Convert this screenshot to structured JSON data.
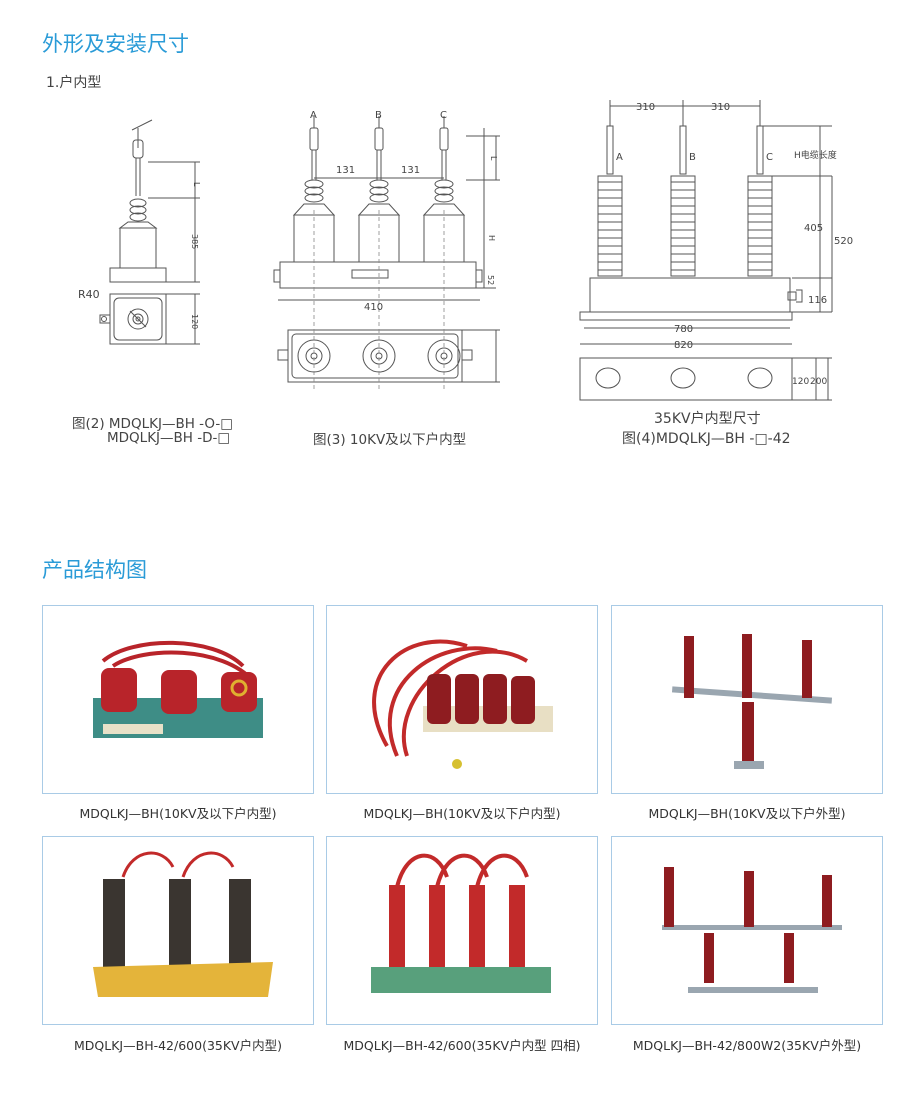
{
  "section1": {
    "title": "外形及安装尺寸",
    "subtitle": "1.户内型"
  },
  "fig2": {
    "cap1": "图(2) MDQLKJ—BH -O-□",
    "cap2": "MDQLKJ—BH -D-□",
    "labels": {
      "r": "R40",
      "l": "L",
      "h": "385",
      "w": "120"
    }
  },
  "fig3": {
    "cap": "图(3) 10KV及以下户内型",
    "labels": {
      "a": "A",
      "b": "B",
      "c": "C",
      "d1": "131",
      "d2": "131",
      "w": "410",
      "l": "L",
      "h": "H",
      "v": "52"
    }
  },
  "fig4": {
    "cap1": "35KV户内型尺寸",
    "cap2": "图(4)MDQLKJ—BH -□-42",
    "labels": {
      "d1": "310",
      "d2": "310",
      "a": "A",
      "b": "B",
      "c": "C",
      "hcable": "H电缆长度",
      "h405": "405",
      "h520": "520",
      "h116": "116",
      "w780": "780",
      "w820": "820",
      "h120": "120",
      "h200": "200"
    }
  },
  "section2": {
    "title": "产品结构图"
  },
  "products": [
    {
      "caption": "MDQLKJ—BH(10KV及以下户内型)"
    },
    {
      "caption": "MDQLKJ—BH(10KV及以下户内型)"
    },
    {
      "caption": "MDQLKJ—BH(10KV及以下户外型)"
    },
    {
      "caption": "MDQLKJ—BH-42/600(35KV户内型)"
    },
    {
      "caption": "MDQLKJ—BH-42/600(35KV户内型  四相)"
    },
    {
      "caption": "MDQLKJ—BH-42/800W2(35KV户外型)"
    }
  ],
  "colors": {
    "accent": "#2a9bd7",
    "card_border": "#a9cbe6",
    "arrester_red": "#b8242a"
  }
}
